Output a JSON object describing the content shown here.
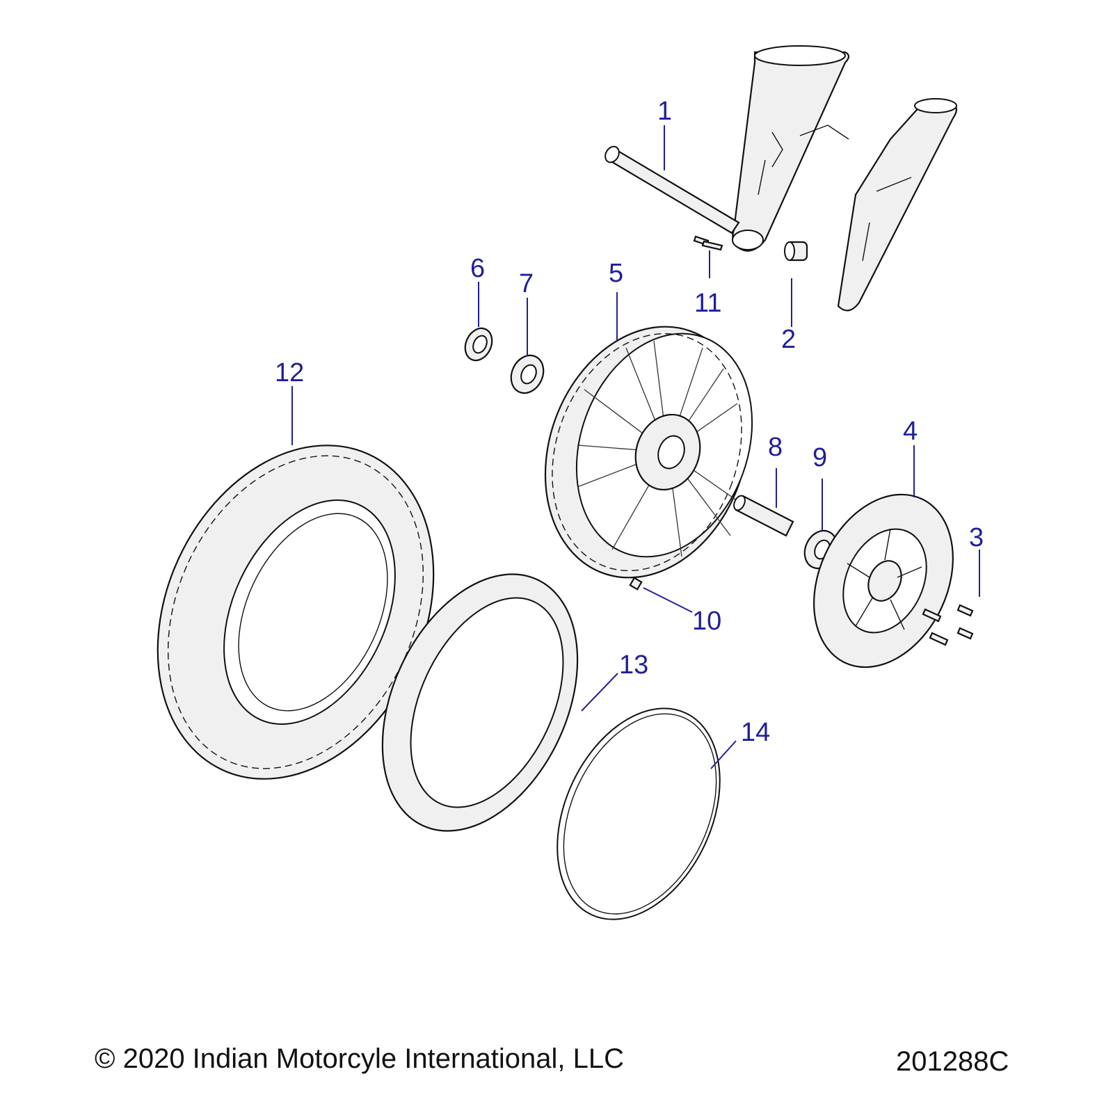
{
  "callouts": [
    {
      "id": "1",
      "label": "1"
    },
    {
      "id": "2",
      "label": "2"
    },
    {
      "id": "3",
      "label": "3"
    },
    {
      "id": "4",
      "label": "4"
    },
    {
      "id": "5",
      "label": "5"
    },
    {
      "id": "6",
      "label": "6"
    },
    {
      "id": "7",
      "label": "7"
    },
    {
      "id": "8",
      "label": "8"
    },
    {
      "id": "9",
      "label": "9"
    },
    {
      "id": "10",
      "label": "10"
    },
    {
      "id": "11",
      "label": "11"
    },
    {
      "id": "12",
      "label": "12"
    },
    {
      "id": "13",
      "label": "13"
    },
    {
      "id": "14",
      "label": "14"
    }
  ],
  "footer": {
    "copyright": "© 2020 Indian Motorcyle International, LLC",
    "figure_id": "201288C"
  },
  "colors": {
    "callout": "#1f1f9a",
    "outline": "#111111",
    "part_fill": "#f0f0f0"
  }
}
